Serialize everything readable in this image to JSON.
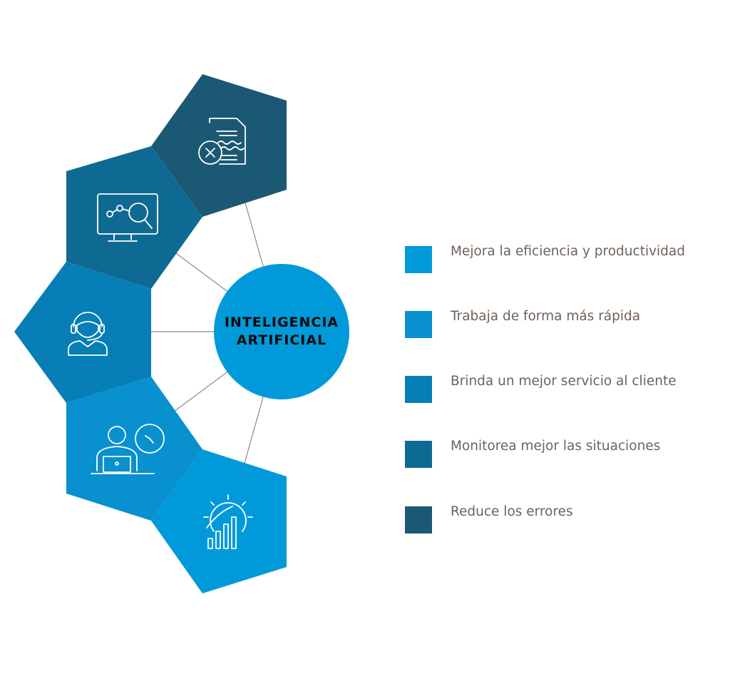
{
  "center": {
    "line1": "INTELIGENCIA",
    "line2": "ARTIFICIAL",
    "color": "#009ADA"
  },
  "segments": [
    {
      "icon": "document-error-icon",
      "color": "#1B5873"
    },
    {
      "icon": "monitor-analytics-icon",
      "color": "#0F6A93"
    },
    {
      "icon": "customer-service-headset-icon",
      "color": "#077EB6"
    },
    {
      "icon": "person-laptop-clock-icon",
      "color": "#0890CF"
    },
    {
      "icon": "gear-growth-chart-icon",
      "color": "#009ADA"
    }
  ],
  "legend": [
    {
      "label": "Mejora la eficiencia y productividad",
      "color": "#009ADA"
    },
    {
      "label": "Trabaja de forma más rápida",
      "color": "#0890CF"
    },
    {
      "label": "Brinda un mejor servicio al cliente",
      "color": "#077EB6"
    },
    {
      "label": "Monitorea mejor las situaciones",
      "color": "#0F6A93"
    },
    {
      "label": "Reduce los errores",
      "color": "#1B5873"
    }
  ]
}
